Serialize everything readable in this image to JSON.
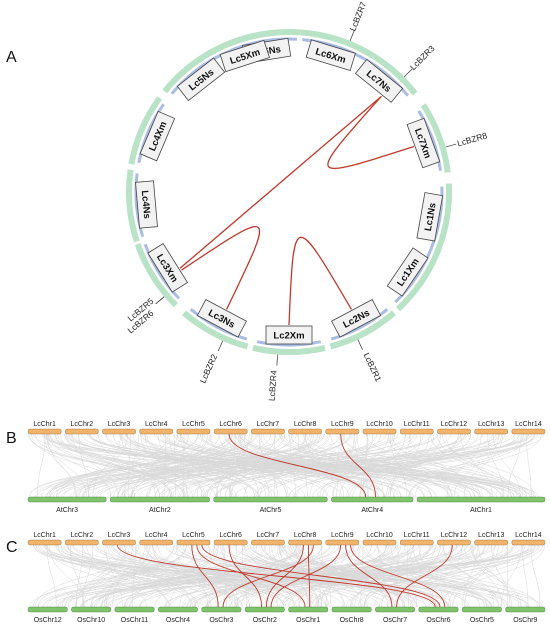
{
  "panels": [
    "A",
    "B",
    "C"
  ],
  "colors": {
    "outer_ring": "#b9e3c6",
    "chr_box_fill": "#f2f2f2",
    "chr_box_stroke": "#444444",
    "density_blue": "#a9bce4",
    "link_red": "#c0392b",
    "synteny_gray": "#d9d9d9",
    "top_track": "#f2b36b",
    "bottom_track": "#7fc36b"
  },
  "circos": {
    "chromosomes": [
      "Lc6Ns",
      "Lc6Xm",
      "Lc7Ns",
      "Lc7Xm",
      "Lc1Ns",
      "Lc1Xm",
      "Lc2Ns",
      "Lc2Xm",
      "Lc3Ns",
      "Lc3Xm",
      "Lc4Ns",
      "Lc4Xm",
      "Lc5Ns",
      "Lc5Xm"
    ],
    "genes": [
      {
        "name": "LcBZR7",
        "chr": "Lc6Xm"
      },
      {
        "name": "LcBZR3",
        "chr": "Lc7Ns"
      },
      {
        "name": "LcBZR8",
        "chr": "Lc7Xm"
      },
      {
        "name": "LcBZR1",
        "chr": "Lc2Ns"
      },
      {
        "name": "LcBZR4",
        "chr": "Lc2Xm"
      },
      {
        "name": "LcBZR2",
        "chr": "Lc3Ns"
      },
      {
        "name": "LcBZR5",
        "chr": "Lc3Xm"
      },
      {
        "name": "LcBZR6",
        "chr": "Lc3Xm"
      }
    ],
    "links": [
      {
        "from": "Lc7Ns",
        "to": "Lc3Xm"
      },
      {
        "from": "Lc7Ns",
        "to": "Lc7Xm"
      },
      {
        "from": "Lc3Xm",
        "to": "Lc3Ns"
      },
      {
        "from": "Lc2Xm",
        "to": "Lc2Ns"
      }
    ]
  },
  "panel_b": {
    "top": [
      "LcChr1",
      "LcChr2",
      "LcChr3",
      "LcChr4",
      "LcChr5",
      "LcChr6",
      "LcChr7",
      "LcChr8",
      "LcChr9",
      "LcChr10",
      "LcChr11",
      "LcChr12",
      "LcChr13",
      "LcChr14"
    ],
    "bottom": [
      "AtChr3",
      "AtChr2",
      "AtChr5",
      "AtChr4",
      "AtChr1"
    ],
    "links": [
      {
        "top": "LcChr6",
        "bottom": "AtChr4"
      },
      {
        "top": "LcChr9",
        "bottom": "AtChr4"
      }
    ]
  },
  "panel_c": {
    "top": [
      "LcChr1",
      "LcChr2",
      "LcChr3",
      "LcChr4",
      "LcChr5",
      "LcChr6",
      "LcChr7",
      "LcChr8",
      "LcChr9",
      "LcChr10",
      "LcChr11",
      "LcChr12",
      "LcChr13",
      "LcChr14"
    ],
    "bottom": [
      "OsChr12",
      "OsChr10",
      "OsChr11",
      "OsChr4",
      "OsChr3",
      "OsChr2",
      "OsChr1",
      "OsChr8",
      "OsChr7",
      "OsChr6",
      "OsChr5",
      "OsChr9"
    ],
    "links": [
      {
        "top": "LcChr3",
        "bottom": "OsChr6"
      },
      {
        "top": "LcChr5",
        "bottom": "OsChr3"
      },
      {
        "top": "LcChr5",
        "bottom": "OsChr1"
      },
      {
        "top": "LcChr5",
        "bottom": "OsChr6"
      },
      {
        "top": "LcChr6",
        "bottom": "OsChr2"
      },
      {
        "top": "LcChr8",
        "bottom": "OsChr2"
      },
      {
        "top": "LcChr8",
        "bottom": "OsChr1"
      },
      {
        "top": "LcChr8",
        "bottom": "OsChr3"
      },
      {
        "top": "LcChr9",
        "bottom": "OsChr2"
      },
      {
        "top": "LcChr9",
        "bottom": "OsChr7"
      },
      {
        "top": "LcChr9",
        "bottom": "OsChr6"
      },
      {
        "top": "LcChr12",
        "bottom": "OsChr7"
      }
    ]
  }
}
